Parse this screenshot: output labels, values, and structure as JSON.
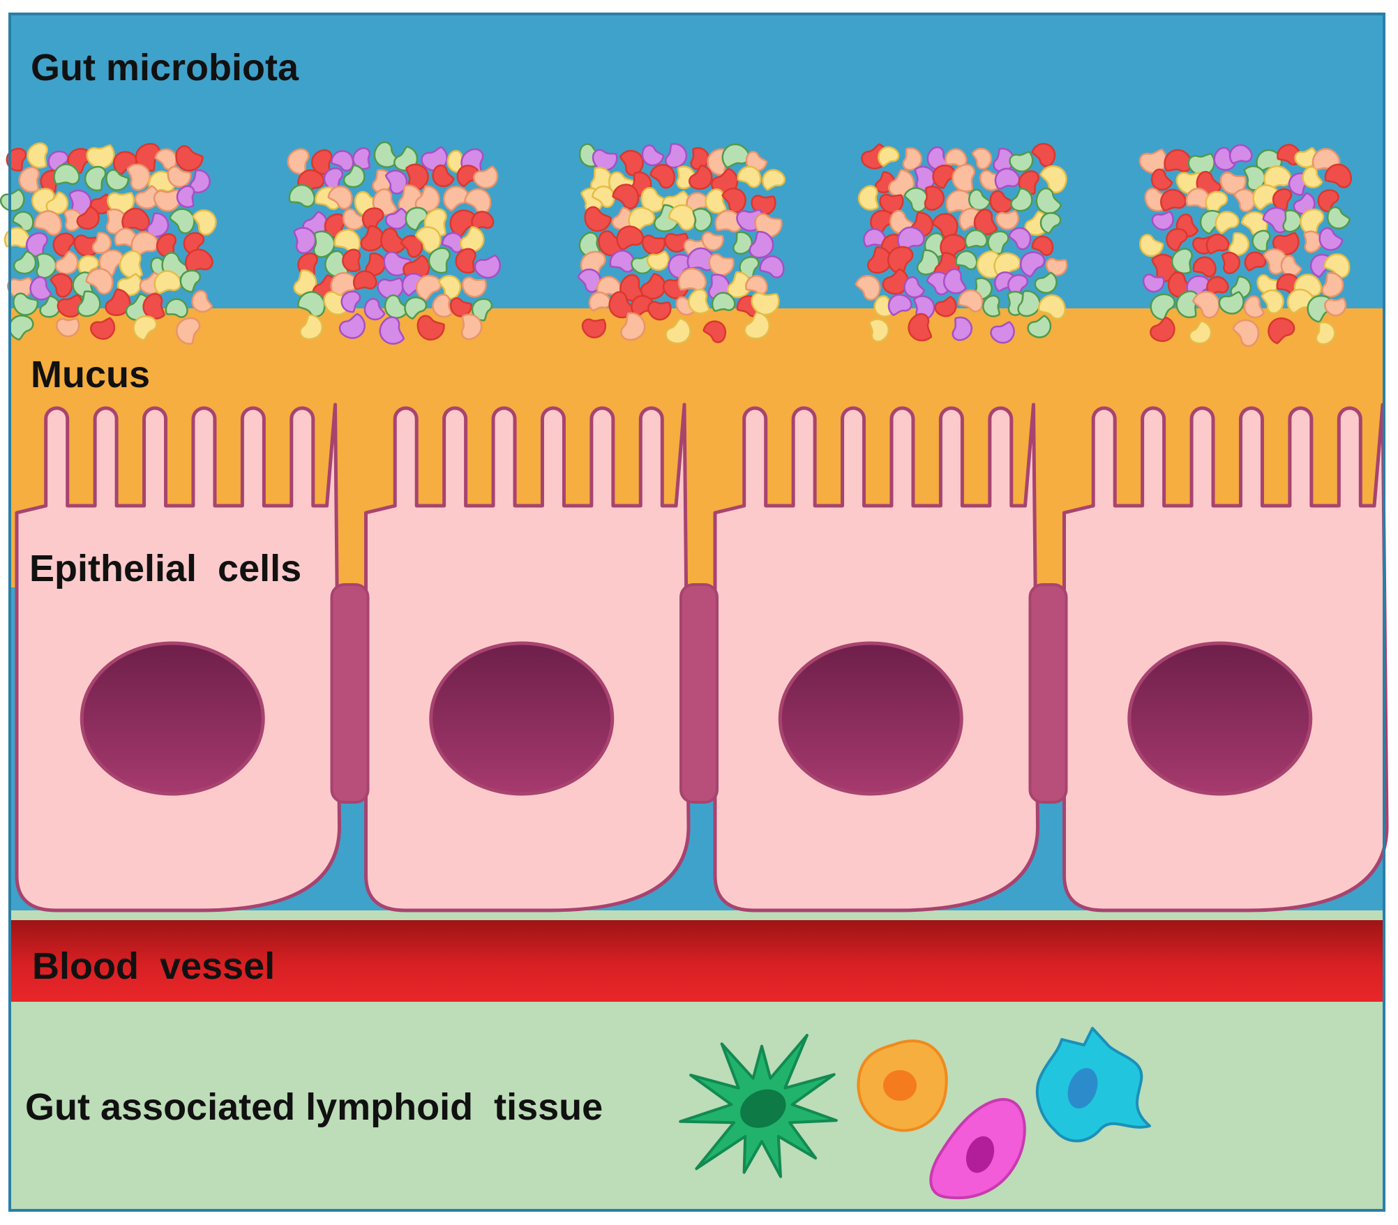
{
  "labels": {
    "microbiota": "Gut microbiota",
    "mucus": "Mucus",
    "epithelial": "Epithelial  cells",
    "blood_vessel": "Blood  vessel",
    "galt": "Gut associated lymphoid  tissue"
  },
  "colors": {
    "lumen": "#3FA2CB",
    "border": "#2A7FA6",
    "mucus": "#F5AE3F",
    "cell_fill": "#FDCACB",
    "cell_outline": "#A8436F",
    "nucleus_dark": "#6E1F4A",
    "nucleus_light": "#A63A6E",
    "junction": "#B84F7A",
    "blood_dark": "#9E1416",
    "blood_light": "#E8272A",
    "tissue": "#BDDCB8",
    "bacteria": [
      "#F04E4A",
      "#FBBE9E",
      "#B7E0B2",
      "#D58BE8",
      "#FBE28E"
    ],
    "bacteria_outline": [
      "#D9382F",
      "#E8946C",
      "#4F9A4C",
      "#A64FC4",
      "#E3BD4A"
    ]
  },
  "diagram": {
    "cell_count": 4,
    "microvilli_per_cell": 6,
    "bacterial_colonies": 5,
    "immune_cells": [
      {
        "name": "dendritic-cell",
        "fill": "#21B36C",
        "nucleus": "#0E7A45",
        "outline": "#128A52"
      },
      {
        "name": "orange-immune-cell",
        "fill": "#F6AE3F",
        "nucleus": "#F47C1E",
        "outline": "#F08A1C"
      },
      {
        "name": "magenta-immune-cell",
        "fill": "#F25CD8",
        "nucleus": "#B21E9A",
        "outline": "#C83AB0"
      },
      {
        "name": "macrophage-cell",
        "fill": "#21C6DE",
        "nucleus": "#2C8CCB",
        "outline": "#1A90B8"
      }
    ]
  }
}
